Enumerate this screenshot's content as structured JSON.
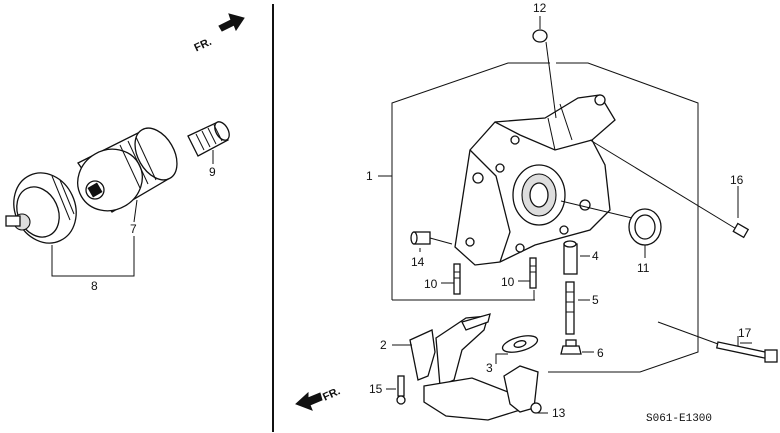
{
  "diagram": {
    "code": "S061-E1300",
    "direction_label": "FR.",
    "callouts": {
      "c1": "1",
      "c2": "2",
      "c3": "3",
      "c4": "4",
      "c5": "5",
      "c6": "6",
      "c7": "7",
      "c8": "8",
      "c9": "9",
      "c10a": "10",
      "c10b": "10",
      "c11": "11",
      "c12": "12",
      "c13": "13",
      "c14": "14",
      "c15": "15",
      "c16": "16",
      "c17": "17"
    }
  }
}
